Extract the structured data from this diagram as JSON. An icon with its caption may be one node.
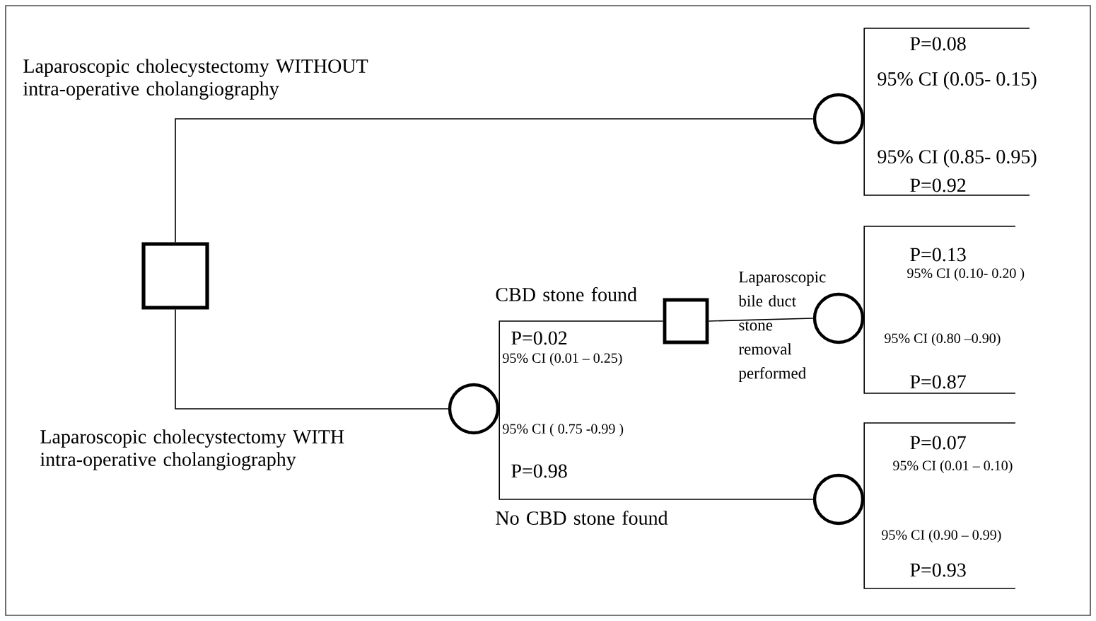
{
  "diagram": {
    "nodes": [
      {
        "text": [],
        "shape": "box"
      },
      {
        "text": [],
        "shape": "circle"
      },
      {
        "text": [],
        "shape": "circle"
      },
      {
        "text": [],
        "shape": "box"
      },
      {
        "text": [],
        "shape": "circle"
      },
      {
        "text": [],
        "shape": "circle"
      }
    ],
    "edges": [
      {
        "from": 0,
        "to": 1,
        "arrow": "none",
        "label": "Laparoscopic cholecystectomy WITHOUT intra-operative cholangiography"
      },
      {
        "from": 0,
        "to": 2,
        "arrow": "none",
        "label": "Laparoscopic cholecystectomy WITH intra-operative cholangiography"
      },
      {
        "from": 2,
        "to": 3,
        "arrow": "none",
        "label": "CBD stone found"
      },
      {
        "from": 2,
        "to": 5,
        "arrow": "none",
        "label": "No CBD stone found"
      },
      {
        "from": 3,
        "to": 4,
        "arrow": "none",
        "label": "Laparoscopic bile duct stone removal performed"
      },
      {
        "from": 1,
        "to": null,
        "arrow": "none"
      },
      {
        "from": 1,
        "to": null,
        "arrow": "none"
      },
      {
        "from": 4,
        "to": null,
        "arrow": "none"
      },
      {
        "from": 4,
        "to": null,
        "arrow": "none"
      },
      {
        "from": 5,
        "to": null,
        "arrow": "none"
      },
      {
        "from": 5,
        "to": null,
        "arrow": "none"
      }
    ],
    "labels": [
      "P=0.08",
      "95% CI (0.05- 0.15)",
      "95% CI (0.85- 0.95)",
      "P=0.92",
      "P=0.13",
      "95% CI (0.10- 0.20 )",
      "P=0.02",
      "95% CI (0.01 – 0.25)",
      "95% CI (0.80 –0.90)",
      "P=0.87",
      "95% CI ( 0.75 -0.99 )",
      "P=0.98",
      "P=0.07",
      "95% CI (0.01 – 0.10)",
      "95% CI (0.90 – 0.99)",
      "P=0.93"
    ]
  }
}
